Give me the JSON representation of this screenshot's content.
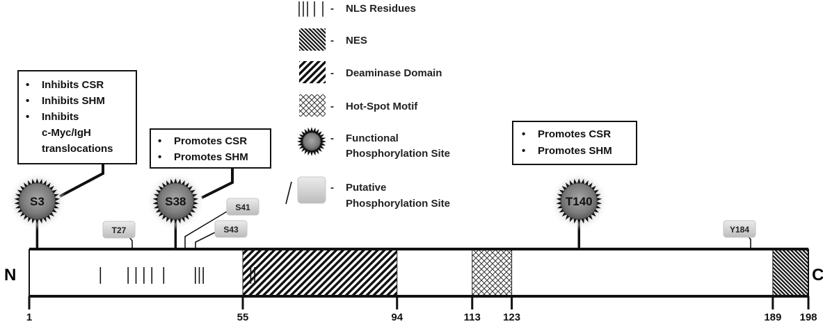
{
  "legend": {
    "nls": "NLS Residues",
    "nes": "NES",
    "deaminase": "Deaminase Domain",
    "hotspot": "Hot-Spot Motif",
    "functional": [
      "Functional",
      "Phosphorylation Site"
    ],
    "putative": [
      "Putative",
      "Phosphorylation Site"
    ],
    "dash": "-"
  },
  "protein": {
    "n_term": "N",
    "c_term": "C",
    "length": 198,
    "nls_residues": [
      19,
      26,
      28,
      30,
      32,
      35,
      43,
      44,
      45,
      57,
      58
    ],
    "nes_range": [
      189,
      198
    ],
    "deaminase_range": [
      55,
      94
    ],
    "hotspot_range": [
      113,
      123
    ],
    "tick_labels": [
      "1",
      "55",
      "94",
      "113",
      "123",
      "189",
      "198"
    ],
    "tick_values": [
      1,
      55,
      94,
      113,
      123,
      189,
      198
    ]
  },
  "functional_sites": [
    {
      "label": "S3",
      "position": 3
    },
    {
      "label": "S38",
      "position": 38
    },
    {
      "label": "T140",
      "position": 140
    }
  ],
  "putative_sites": [
    {
      "label": "T27",
      "position": 27
    },
    {
      "label": "S41",
      "position": 40
    },
    {
      "label": "S43",
      "position": 43
    },
    {
      "label": "Y184",
      "position": 184
    }
  ],
  "callouts": {
    "s3": {
      "bullet": "•",
      "items": [
        "Inhibits CSR",
        "Inhibits SHM",
        "Inhibits",
        "c-Myc/IgH",
        "translocations"
      ]
    },
    "s38": {
      "bullet": "•",
      "items": [
        "Promotes CSR",
        "Promotes SHM"
      ]
    },
    "t140": {
      "bullet": "•",
      "items": [
        "Promotes CSR",
        "Promotes SHM"
      ]
    }
  },
  "colors": {
    "outline": "#111111",
    "site_fill": "#8a8a8a",
    "site_glow": "#bdbdbd",
    "putative_fill": "#d6d6d6"
  }
}
